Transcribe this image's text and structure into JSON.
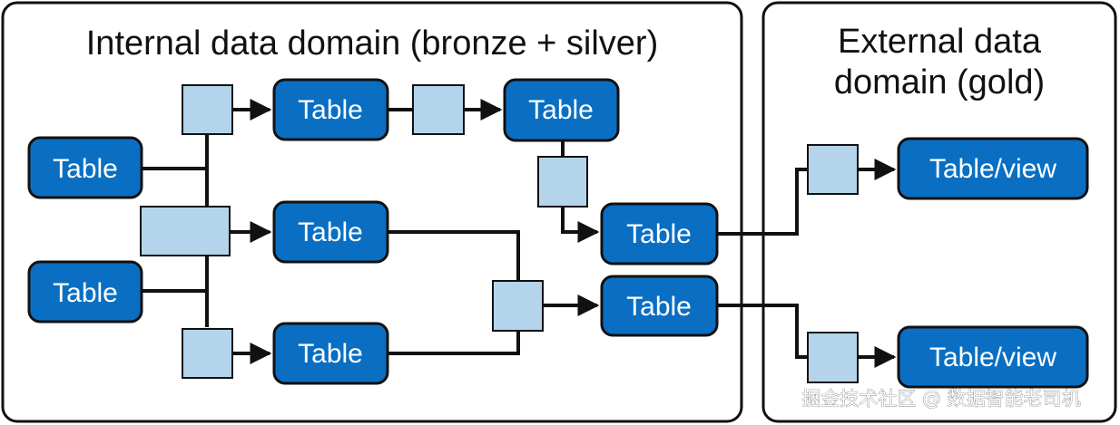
{
  "internal_domain": {
    "title": "Internal data domain (bronze + silver)"
  },
  "external_domain": {
    "title_line1": "External data",
    "title_line2": "domain (gold)"
  },
  "colors": {
    "table_fill": "#0a6fc2",
    "table_stroke": "#111111",
    "transform_fill": "#b3d4ea",
    "line": "#111111",
    "frame": "#111111"
  },
  "nodes": {
    "source_table_1": "Table",
    "source_table_2": "Table",
    "table_top": "Table",
    "table_top_right": "Table",
    "table_middle": "Table",
    "table_bottom": "Table",
    "table_merge_upper": "Table",
    "table_merge_lower": "Table",
    "gold_view_top": "Table/view",
    "gold_view_bottom": "Table/view"
  },
  "watermark": "掘金技术社区 @ 数据智能老司机"
}
